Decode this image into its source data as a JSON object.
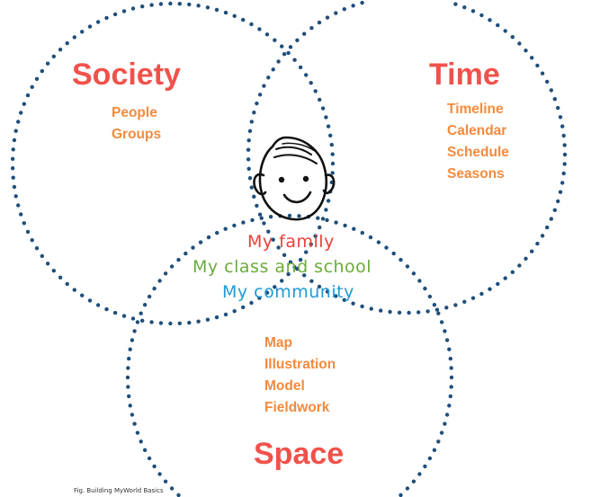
{
  "colors": {
    "dots": "#1f4e79",
    "heading": "#f0524b",
    "item": "#f58a3c",
    "family": "#e8413a",
    "school": "#6aab3a",
    "community": "#1e9ad6",
    "face": "#111111"
  },
  "society": {
    "title": "Society",
    "items": [
      "People",
      "Groups"
    ]
  },
  "time": {
    "title": "Time",
    "items": [
      "Timeline",
      "Calendar",
      "Schedule",
      "Seasons"
    ]
  },
  "space": {
    "title": "Space",
    "items": [
      "Map",
      "Illustration",
      "Model",
      "Fieldwork"
    ]
  },
  "center": {
    "icon": "child-face-icon",
    "lines": [
      "My family",
      "My class and school",
      "My community"
    ]
  },
  "caption": "Fig. Building MyWorld Basics"
}
